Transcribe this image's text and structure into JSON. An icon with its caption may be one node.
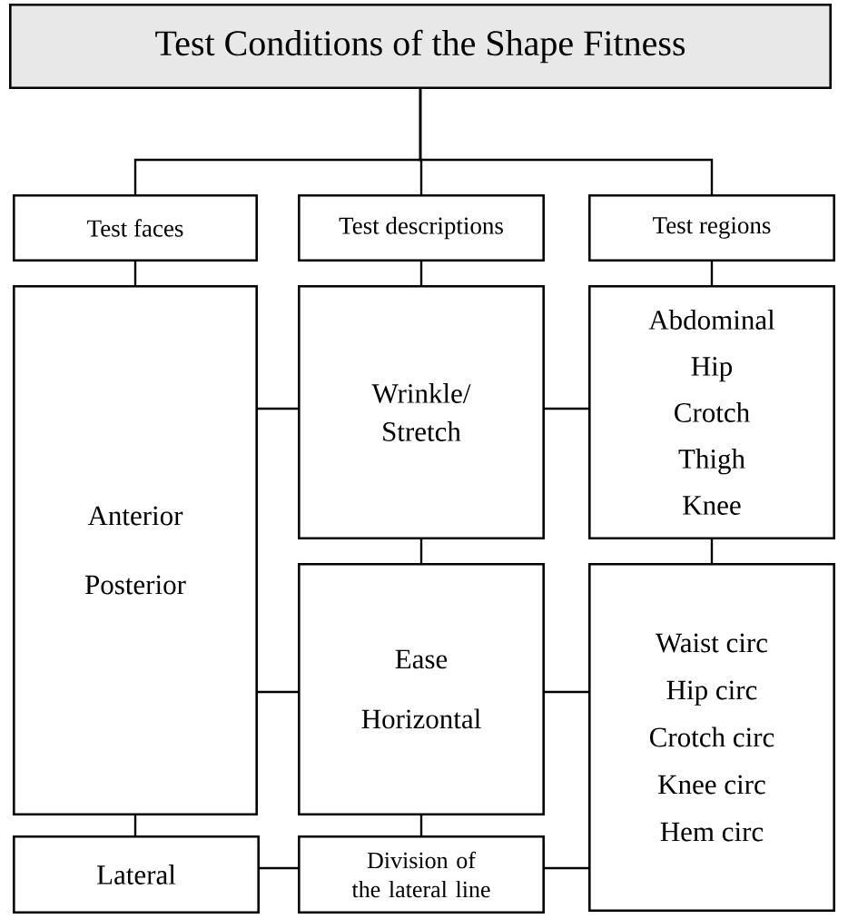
{
  "diagram": {
    "nodes": [
      {
        "text": [
          "Test Conditions of the Shape Fitness"
        ]
      },
      {
        "text": [
          "Test faces"
        ]
      },
      {
        "text": [
          "Test descriptions"
        ]
      },
      {
        "text": [
          "Test regions"
        ]
      },
      {
        "text": [
          "Anterior",
          "Posterior"
        ]
      },
      {
        "text": [
          "Wrinkle/ Stretch"
        ]
      },
      {
        "text": [
          "Abdominal",
          "Hip",
          "Crotch",
          "Thigh",
          "Knee"
        ]
      },
      {
        "text": [
          "Ease",
          "Horizontal"
        ]
      },
      {
        "text": [
          "Waist circ",
          "Hip circ",
          "Crotch circ",
          "Knee circ",
          "Hem circ"
        ]
      },
      {
        "text": [
          "Lateral"
        ]
      },
      {
        "text": [
          "Division of the lateral line"
        ]
      }
    ],
    "edges": [
      {
        "from": 0,
        "to": 1,
        "arrow": "none"
      },
      {
        "from": 0,
        "to": 2,
        "arrow": "none"
      },
      {
        "from": 0,
        "to": 3,
        "arrow": "none"
      },
      {
        "from": 1,
        "to": 4,
        "arrow": "none"
      },
      {
        "from": 2,
        "to": 5,
        "arrow": "none"
      },
      {
        "from": 3,
        "to": 6,
        "arrow": "none"
      },
      {
        "from": 4,
        "to": 5,
        "arrow": "none"
      },
      {
        "from": 5,
        "to": 6,
        "arrow": "none"
      },
      {
        "from": 5,
        "to": 7,
        "arrow": "none"
      },
      {
        "from": 6,
        "to": 8,
        "arrow": "none"
      },
      {
        "from": 4,
        "to": 7,
        "arrow": "none"
      },
      {
        "from": 7,
        "to": 8,
        "arrow": "none"
      },
      {
        "from": 4,
        "to": 9,
        "arrow": "none"
      },
      {
        "from": 7,
        "to": 10,
        "arrow": "none"
      },
      {
        "from": 9,
        "to": 10,
        "arrow": "none"
      },
      {
        "from": 10,
        "to": 8,
        "arrow": "none"
      }
    ]
  }
}
